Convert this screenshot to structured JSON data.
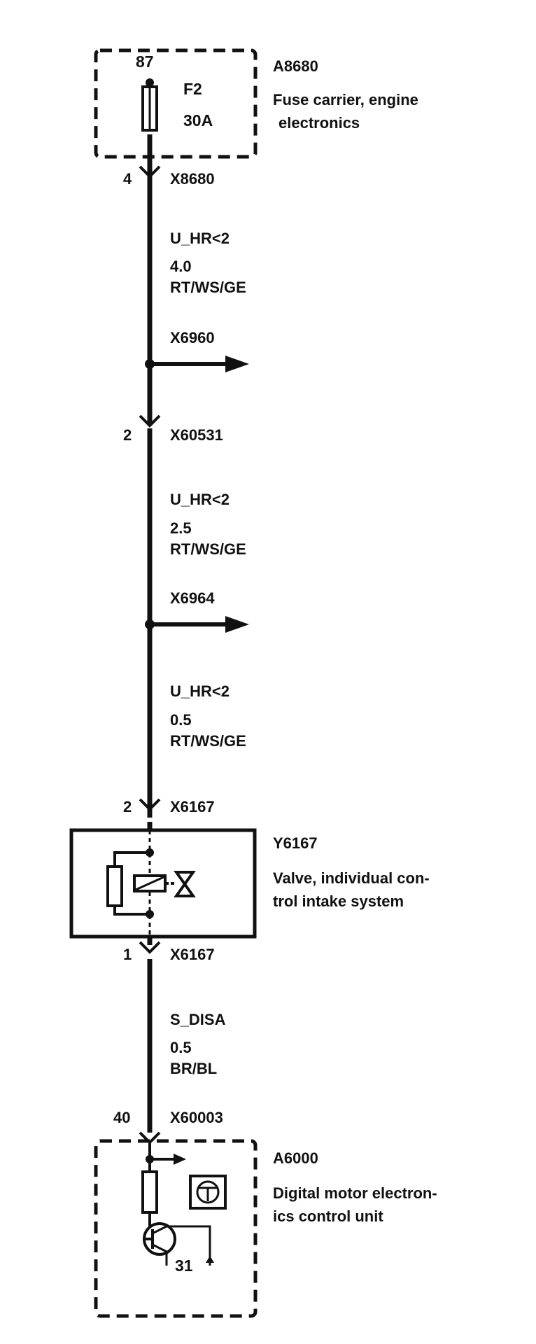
{
  "fuse_carrier": {
    "id": "A8680",
    "description_line1": "Fuse carrier, engine",
    "description_line2": "electronics",
    "pin": "87",
    "fuse_name": "F2",
    "fuse_rating": "30A"
  },
  "connectors": {
    "x8680": {
      "pin": "4",
      "id": "X8680"
    },
    "x6960": {
      "id": "X6960"
    },
    "x60531": {
      "pin": "2",
      "id": "X60531"
    },
    "x6964": {
      "id": "X6964"
    },
    "x6167_top": {
      "pin": "2",
      "id": "X6167"
    },
    "x6167_bottom": {
      "pin": "1",
      "id": "X6167"
    },
    "x60003": {
      "pin": "40",
      "id": "X60003"
    }
  },
  "wires": [
    {
      "signal": "U_HR<2",
      "size": "4.0",
      "color": "RT/WS/GE"
    },
    {
      "signal": "U_HR<2",
      "size": "2.5",
      "color": "RT/WS/GE"
    },
    {
      "signal": "U_HR<2",
      "size": "0.5",
      "color": "RT/WS/GE"
    },
    {
      "signal": "S_DISA",
      "size": "0.5",
      "color": "BR/BL"
    }
  ],
  "valve": {
    "id": "Y6167",
    "description_line1": "Valve, individual con-",
    "description_line2": "trol intake system"
  },
  "ecu": {
    "id": "A6000",
    "description_line1": "Digital motor electron-",
    "description_line2": "ics control unit",
    "ground_pin": "31"
  },
  "colors": {
    "line": "#111111",
    "background": "#ffffff"
  }
}
